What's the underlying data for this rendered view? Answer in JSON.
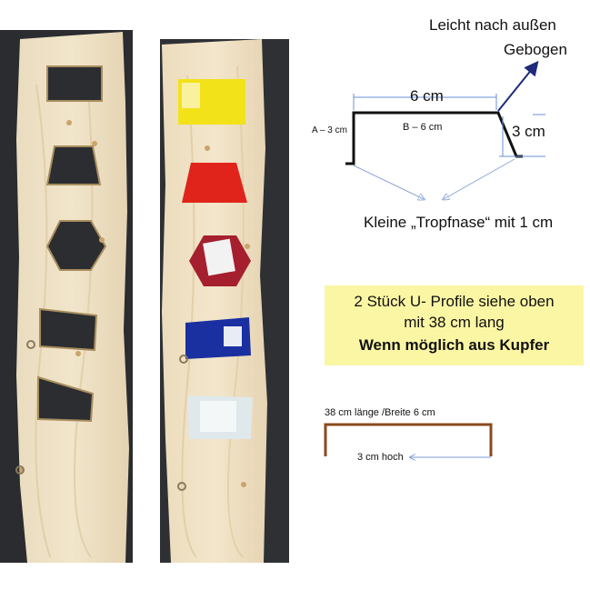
{
  "annotations": {
    "bend_note_line1": "Leicht nach außen",
    "bend_note_line2": "Gebogen",
    "width_top": "6 cm",
    "label_a": "A – 3  cm",
    "label_b": "B – 6 cm",
    "height_right": "3 cm",
    "drip_note": "Kleine „Tropfnase“ mit 1 cm"
  },
  "highlight_box": {
    "line1": "2 Stück U- Profile  siehe oben",
    "line2": "mit 38 cm lang",
    "line3": "Wenn möglich aus Kupfer",
    "background": "#fbf6a4"
  },
  "u_profile": {
    "length_label": "38 cm länge /Breite 6 cm",
    "height_label": "3 cm hoch",
    "color": "#8b4a1c"
  },
  "photos": {
    "left_board": {
      "openings": [
        "rectangle",
        "trapezoid",
        "hexagon",
        "slanted-quad",
        "slanted-quad"
      ]
    },
    "right_board": {
      "panels": [
        {
          "shape": "rectangle",
          "color": "#f2e21a"
        },
        {
          "shape": "trapezoid",
          "color": "#e0241b"
        },
        {
          "shape": "hexagon",
          "color": "#a51f2e"
        },
        {
          "shape": "slanted-quad",
          "color": "#1a2fa0"
        },
        {
          "shape": "slanted-quad",
          "color": "#dfe8ea"
        }
      ]
    }
  }
}
